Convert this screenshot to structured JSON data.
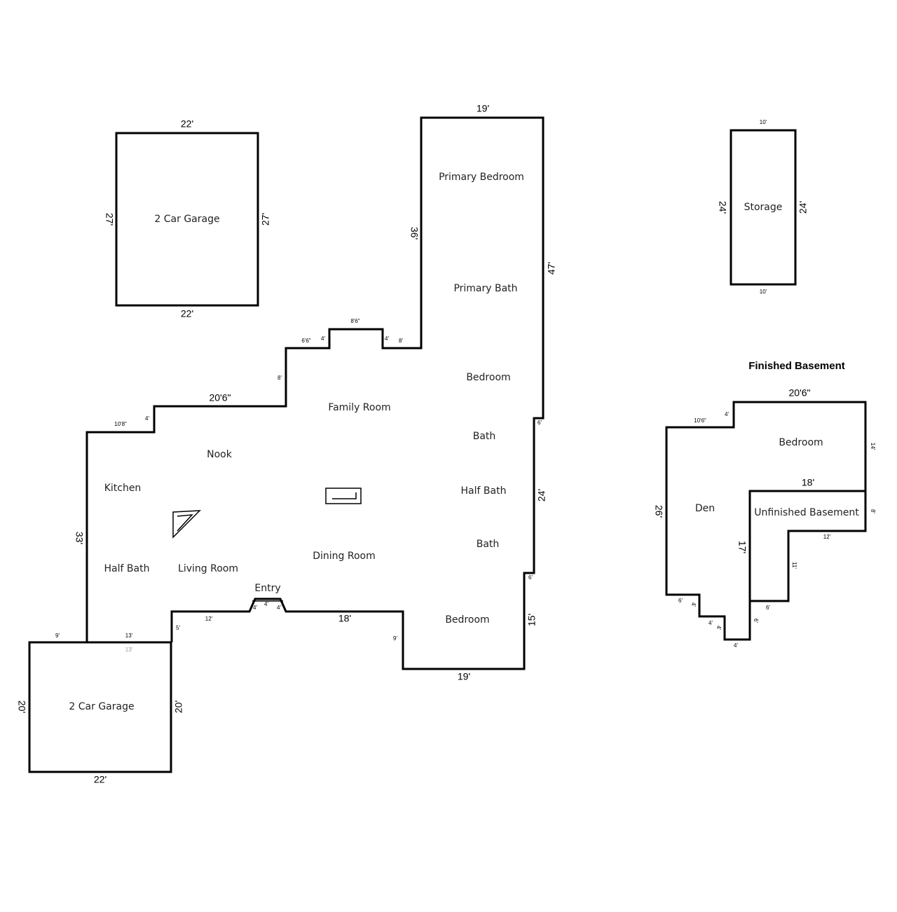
{
  "plans": {
    "detached_garage": {
      "room": "2 Car Garage",
      "dim_top": "22'",
      "dim_bottom": "22'",
      "dim_left": "27'",
      "dim_right": "27'"
    },
    "storage": {
      "room": "Storage",
      "dim_top": "10'",
      "dim_bottom": "10'",
      "dim_left": "24'",
      "dim_right": "24'"
    },
    "main": {
      "rooms": {
        "primary_bedroom": "Primary Bedroom",
        "primary_bath": "Primary Bath",
        "bedroom_upper": "Bedroom",
        "family_room": "Family Room",
        "bath_upper": "Bath",
        "nook": "Nook",
        "kitchen": "Kitchen",
        "half_bath_right": "Half Bath",
        "bath_lower": "Bath",
        "dining_room": "Dining Room",
        "half_bath_left": "Half Bath",
        "living_room": "Living Room",
        "entry": "Entry",
        "bedroom_lower": "Bedroom"
      },
      "dims": {
        "top": "19'",
        "right_upper": "47'",
        "left_upper": "36'",
        "step_a": "8'",
        "step_b": "4'",
        "bump_top": "8'6\"",
        "bump_side": "4'",
        "step_c": "6'6\"",
        "step_d": "8'",
        "nook_top": "20'6\"",
        "step_e": "4'",
        "kitchen_top": "10'8\"",
        "left_main": "33'",
        "notch_right": "6'",
        "right_mid": "24'",
        "notch_right_b": "6'",
        "right_lower": "15'",
        "bottom": "19'",
        "inner_drop": "9'",
        "front_right": "18'",
        "entry_left": "4'",
        "entry_mid": "4'",
        "entry_right": "4'",
        "front_left": "12'",
        "garage_side": "5'",
        "garage_top_left": "9'",
        "garage_top_mid": "13'",
        "garage_top_mid_inner": "13'"
      }
    },
    "attached_garage": {
      "room": "2 Car Garage",
      "dim_left": "20'",
      "dim_right": "20'",
      "dim_bottom": "22'"
    },
    "basement": {
      "heading": "Finished Basement",
      "rooms": {
        "bedroom": "Bedroom",
        "den": "Den",
        "unfinished": "Unfinished Basement"
      },
      "dims": {
        "top": "20'6\"",
        "left_top": "10'6\"",
        "step": "4'",
        "right_top": "14'",
        "inner_top": "18'",
        "right_mid": "8'",
        "inner_right": "12'",
        "inner_vert": "11'",
        "inner_bottom": "6'",
        "den_left": "26'",
        "unf_left": "17'",
        "s1": "6'",
        "s2": "4'",
        "s3": "4'",
        "s4": "4'",
        "s5": "4'",
        "s6": "6'"
      }
    }
  }
}
